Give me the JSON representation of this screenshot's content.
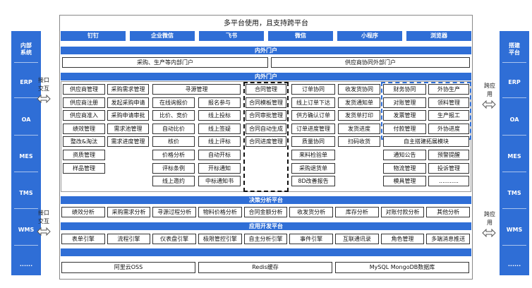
{
  "title": "多平台使用，且支持跨平台",
  "left_panel": {
    "header": [
      "内部",
      "系统"
    ],
    "items": [
      "ERP",
      "OA",
      "MES",
      "TMS",
      "WMS",
      "......"
    ]
  },
  "right_panel": {
    "header": [
      "搭建",
      "平台"
    ],
    "items": [
      "ERP",
      "OA",
      "MES",
      "TMS",
      "WMS",
      "......"
    ]
  },
  "left_notes": {
    "top": [
      "接口",
      "交互"
    ],
    "bottom": [
      "接口",
      "交互"
    ]
  },
  "right_notes": {
    "top": [
      "跨应",
      "用"
    ],
    "bottom": [
      "跨应",
      "用"
    ]
  },
  "platforms": [
    "钉钉",
    "企业微信",
    "飞书",
    "微信",
    "小程序",
    "浏览器"
  ],
  "inner_outer_portal": "内外门户",
  "portal_inner": "采购、生产等内部门户",
  "portal_outer": "供应商协同外部门户",
  "inner_portal": "内外门户",
  "modules": {
    "col1": [
      "供应商管理",
      "供应商注册",
      "供应商准入",
      "绩效管理",
      "整改&淘汰",
      "资质管理",
      "样品管理"
    ],
    "col2": [
      "采购需求管理",
      "发起采购申请",
      "采购申请审批",
      "需求池管理",
      "需求进度管理"
    ],
    "sourcing_title": "寻源管理",
    "col3": [
      "在线询报价",
      "比价、竞价",
      "自动比价",
      "核价",
      "价格分析",
      "评标条例",
      "线上邀约"
    ],
    "col4": [
      "报名参与",
      "线上投标",
      "线上签疑",
      "线上评标",
      "自动开标",
      "开标通知",
      "中标通知书"
    ],
    "col5": [
      "合同管理",
      "合同模板管理",
      "合同审批管理",
      "合同自动生成",
      "合同进度管理"
    ],
    "col6": [
      "订单协同",
      "线上订单下达",
      "供方确认订单",
      "订单进度管理",
      "质量协同",
      "来料检验单",
      "采购退货单",
      "8D改善报告"
    ],
    "col7": [
      "收发货协同",
      "发货通知单",
      "发货单打印",
      "发货进度",
      "扫码收货"
    ],
    "col8": [
      "财务协同",
      "对账管理",
      "发票管理",
      "付款管理"
    ],
    "col9": [
      "外协生产",
      "领料管理",
      "生产报工",
      "外协进度"
    ],
    "custom_title": "自主搭建拓展模块",
    "custom_left": [
      "通知公告",
      "物流管理",
      "模具管理"
    ],
    "custom_right": [
      "预警提醒",
      "投诉管理",
      "..........."
    ]
  },
  "decision_title": "决策分析平台",
  "analysis": [
    "绩效分析",
    "采购需求分析",
    "寻源过程分析",
    "物料价格分析",
    "合同金额分析",
    "收发货分析",
    "库存分析",
    "对账付款分析",
    "其他分析"
  ],
  "appdev_title": "应用开发平台",
  "engines": [
    "表单引擎",
    "流程引擎",
    "仪表盘引擎",
    "极限管控引擎",
    "自主分析引擎",
    "事件引擎",
    "互联通讯录",
    "角色管理",
    "多端消息推送"
  ],
  "infra": [
    "阿里云OSS",
    "Redis缓存",
    "MySQL MongoDB数据库"
  ]
}
